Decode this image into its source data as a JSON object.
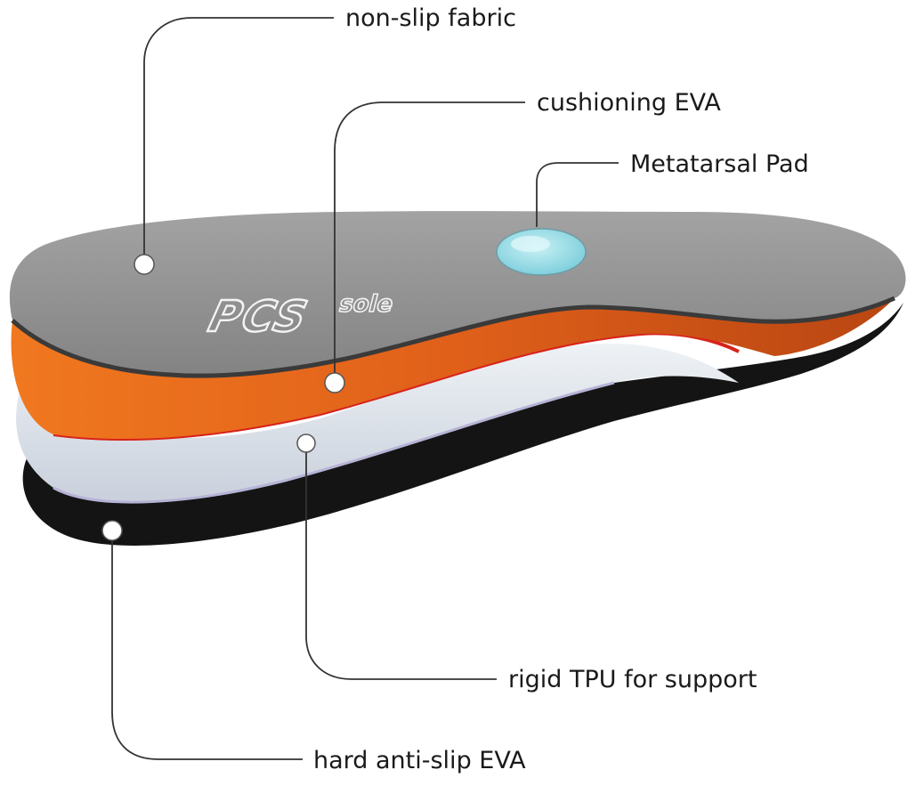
{
  "diagram": {
    "layers": [
      {
        "label": "non-slip fabric",
        "color": "#8f8f8f"
      },
      {
        "label": "cushioning EVA",
        "color": "#e8661a"
      },
      {
        "label": "Metatarsal Pad",
        "color": "#9fdde6"
      },
      {
        "label": "rigid TPU for support",
        "color": "#dde4ea"
      },
      {
        "label": "hard anti-slip EVA",
        "color": "#151515"
      }
    ],
    "brand": {
      "main": "PCS",
      "suffix": "sole"
    }
  }
}
